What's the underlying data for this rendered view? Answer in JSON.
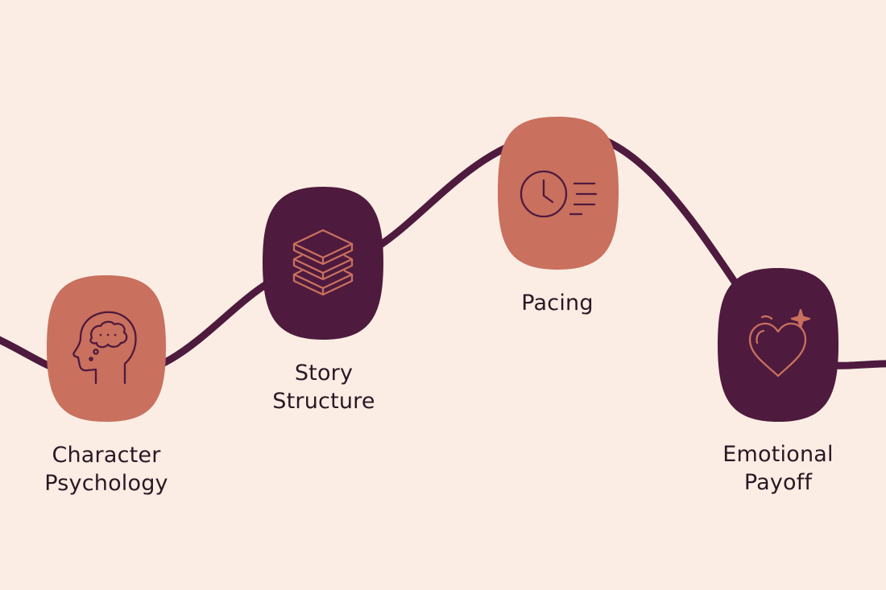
{
  "colors": {
    "background": "#fbede3",
    "curve": "#4e1a3e",
    "terracotta": "#c9705e",
    "plum": "#4e1a3e",
    "text": "#2b1724"
  },
  "stages": [
    {
      "id": "character-psychology",
      "icon": "head-thought-icon",
      "badge_color": "terracotta",
      "label_lines": [
        "Character",
        "Psychology"
      ]
    },
    {
      "id": "story-structure",
      "icon": "layers-icon",
      "badge_color": "plum",
      "label_lines": [
        "Story",
        "Structure"
      ]
    },
    {
      "id": "pacing",
      "icon": "fast-clock-icon",
      "badge_color": "terracotta",
      "label_lines": [
        "Pacing"
      ]
    },
    {
      "id": "emotional-payoff",
      "icon": "sparkle-heart-icon",
      "badge_color": "plum",
      "label_lines": [
        "Emotional",
        "Payoff"
      ]
    }
  ]
}
